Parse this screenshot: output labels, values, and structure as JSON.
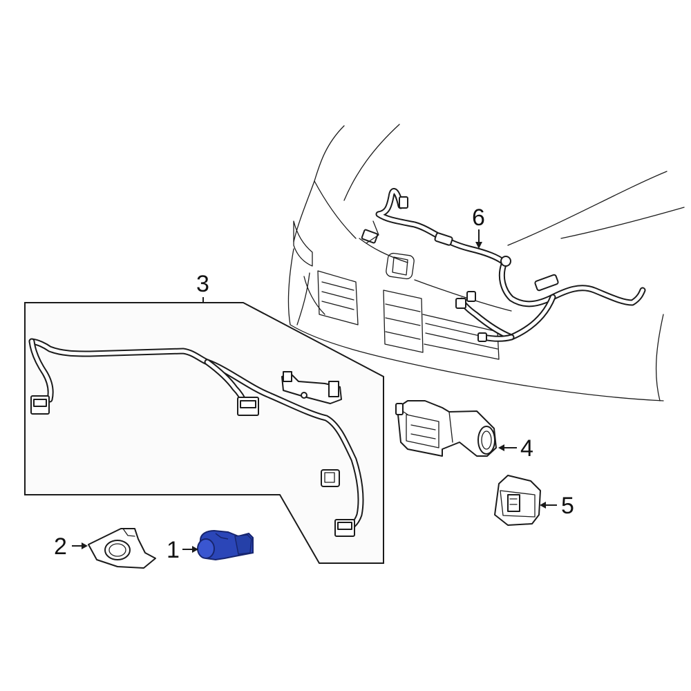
{
  "callouts": {
    "c1": "1",
    "c2": "2",
    "c3": "3",
    "c4": "4",
    "c5": "5",
    "c6": "6"
  },
  "colors": {
    "highlight": "#2b46b8",
    "highlight_dark": "#17256e",
    "line": "#1a1a1a",
    "panel_fill": "#fbfbfb"
  }
}
